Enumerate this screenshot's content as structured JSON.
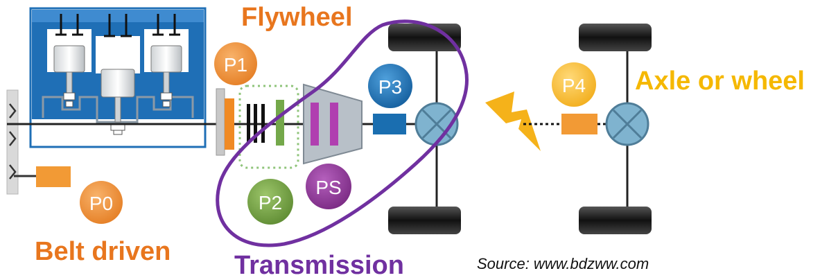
{
  "labels": {
    "flywheel": "Flywheel",
    "axle_or_wheel": "Axle or wheel",
    "belt_driven": "Belt driven",
    "transmission": "Transmission",
    "source": "Source:  www.bdzww.com"
  },
  "positions": {
    "p0": "P0",
    "p1": "P1",
    "p2": "P2",
    "p3": "P3",
    "p4": "P4",
    "ps": "PS"
  },
  "colors": {
    "orange_label": "#e8761e",
    "gold_label": "#f5b800",
    "purple": "#7030a0",
    "engine_blue": "#1f6fb6",
    "p0_p1": "#f0953a",
    "p2": "#77a043",
    "p3": "#1e78c0",
    "p4": "#f7c23a",
    "ps": "#8e3b95",
    "lightning": "#f5b21a",
    "motor_block": "#1a6eb0",
    "differential": "#7fb3cf"
  }
}
